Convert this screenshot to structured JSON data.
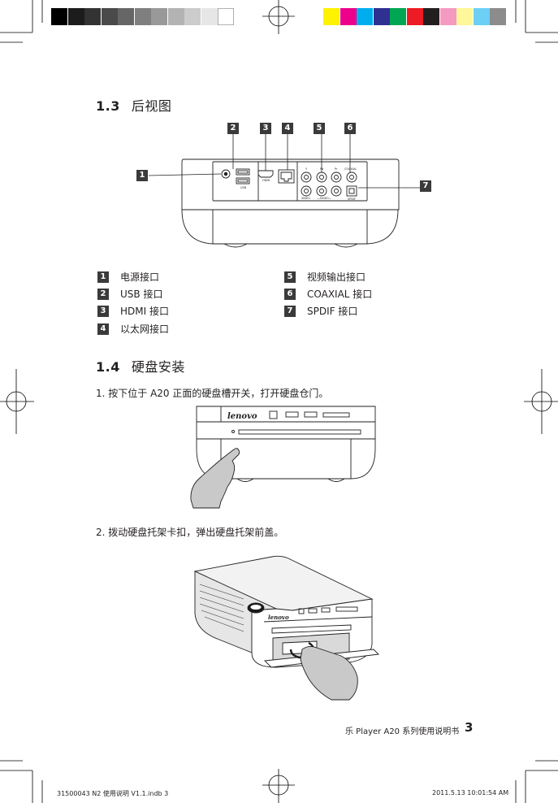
{
  "printer_marks": {
    "gray_bar": [
      "#000000",
      "#1c1c1c",
      "#333333",
      "#4a4a4a",
      "#666666",
      "#7f7f7f",
      "#999999",
      "#b3b3b3",
      "#cccccc",
      "#e6e6e6",
      "#ffffff"
    ],
    "color_bar": [
      "#fff200",
      "#ec008c",
      "#00aeef",
      "#2e3192",
      "#00a651",
      "#ed1c24",
      "#231f20",
      "#f49ac1",
      "#fff799",
      "#6dcff6",
      "#8c8c8c"
    ]
  },
  "section_1_3": {
    "number": "1.3",
    "title": "后视图"
  },
  "callouts": [
    "1",
    "2",
    "3",
    "4",
    "5",
    "6",
    "7"
  ],
  "port_labels": {
    "usb": "USB",
    "hdmi": "HDMI",
    "coaxial": "COAXIAL",
    "spdif": "SPDIF",
    "y": "Y",
    "pb": "Pb",
    "pr": "Pr",
    "video": "VIDEO",
    "audio": "—AUDIO—"
  },
  "legend": [
    {
      "num": "1",
      "label": "电源接口"
    },
    {
      "num": "2",
      "label": "USB 接口"
    },
    {
      "num": "3",
      "label": "HDMI 接口"
    },
    {
      "num": "4",
      "label": "以太网接口"
    },
    {
      "num": "5",
      "label": "视频输出接口"
    },
    {
      "num": "6",
      "label": "COAXIAL 接口"
    },
    {
      "num": "7",
      "label": "SPDIF 接口"
    }
  ],
  "section_1_4": {
    "number": "1.4",
    "title": "硬盘安装"
  },
  "steps": [
    "1. 按下位于 A20 正面的硬盘槽开关，打开硬盘仓门。",
    "2. 拨动硬盘托架卡扣，弹出硬盘托架前盖。"
  ],
  "brand": "lenovo",
  "footer": {
    "text": "乐 Player A20 系列使用说明书",
    "page": "3"
  },
  "slug": {
    "left": "31500043 N2 使用说明 V1.1.indb   3",
    "right": "2011.5.13   10:01:54 AM"
  }
}
